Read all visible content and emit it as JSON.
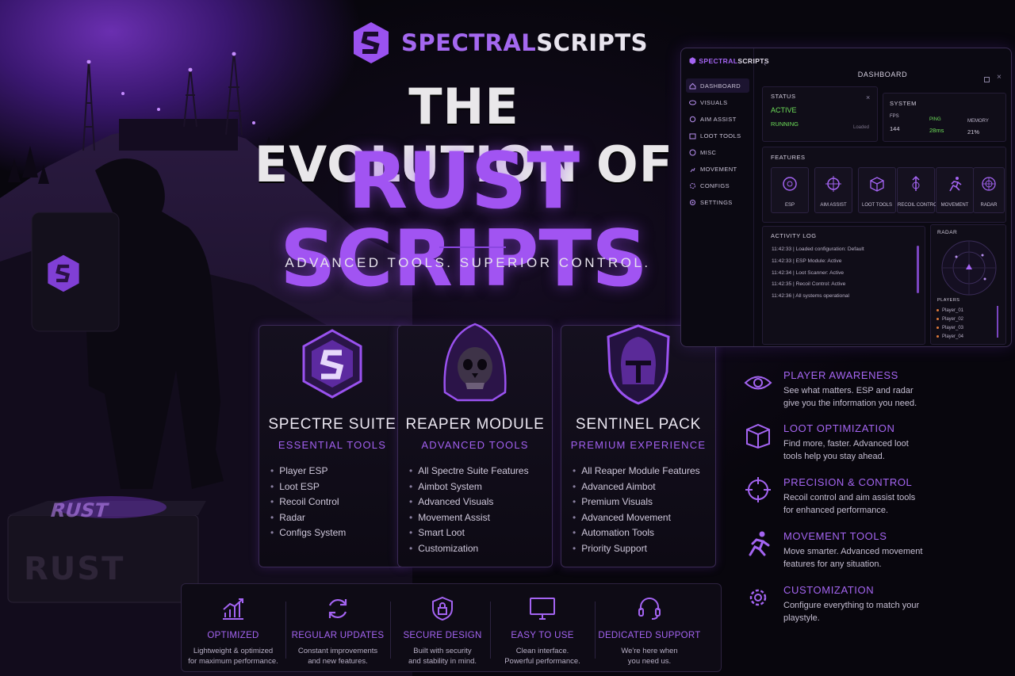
{
  "brand": {
    "name_a": "SPECTRAL",
    "name_b": "SCRIPTS"
  },
  "headline": {
    "line1": "THE EVOLUTION OF",
    "line2": "RUST SCRIPTS",
    "tagline": "ADVANCED TOOLS. SUPERIOR CONTROL."
  },
  "crate_text": {
    "top": "RUST",
    "front": "RUST"
  },
  "packages": [
    {
      "name": "SPECTRE SUITE",
      "subtitle": "ESSENTIAL TOOLS",
      "features": [
        "Player ESP",
        "Loot ESP",
        "Recoil Control",
        "Radar",
        "Configs System"
      ]
    },
    {
      "name": "REAPER MODULE",
      "subtitle": "ADVANCED TOOLS",
      "features": [
        "All Spectre Suite Features",
        "Aimbot System",
        "Advanced Visuals",
        "Movement Assist",
        "Smart Loot",
        "Customization"
      ]
    },
    {
      "name": "SENTINEL PACK",
      "subtitle": "PREMIUM EXPERIENCE",
      "features": [
        "All Reaper Module Features",
        "Advanced Aimbot",
        "Premium Visuals",
        "Advanced Movement",
        "Automation Tools",
        "Priority Support"
      ]
    }
  ],
  "features_bar": [
    {
      "title": "OPTIMIZED",
      "desc1": "Lightweight & optimized",
      "desc2": "for maximum performance.",
      "icon": "chart-icon"
    },
    {
      "title": "REGULAR UPDATES",
      "desc1": "Constant improvements",
      "desc2": "and new features.",
      "icon": "refresh-icon"
    },
    {
      "title": "SECURE DESIGN",
      "desc1": "Built with security",
      "desc2": "and stability in mind.",
      "icon": "shield-lock-icon"
    },
    {
      "title": "EASY TO USE",
      "desc1": "Clean interface.",
      "desc2": "Powerful performance.",
      "icon": "monitor-icon"
    },
    {
      "title": "DEDICATED SUPPORT",
      "desc1": "We're here when",
      "desc2": "you need us.",
      "icon": "headset-icon"
    }
  ],
  "dashboard": {
    "brand_a": "SPECTRAL",
    "brand_b": "SCRIPTS",
    "title": "DASHBOARD",
    "nav": [
      "DASHBOARD",
      "VISUALS",
      "AIM ASSIST",
      "LOOT TOOLS",
      "MISC",
      "MOVEMENT",
      "CONFIGS",
      "SETTINGS"
    ],
    "status": {
      "label": "STATUS",
      "state": "ACTIVE",
      "running": "RUNNING",
      "loaded": "Loaded",
      "close": "×"
    },
    "system": {
      "label": "SYSTEM",
      "fps_label": "FPS",
      "fps": "144",
      "ping_label": "PING",
      "ping": "28ms",
      "memory_label": "MEMORY",
      "memory": "21%"
    },
    "features_label": "FEATURES",
    "features": [
      "ESP",
      "AIM ASSIST",
      "LOOT TOOLS",
      "RECOIL CONTROL",
      "MOVEMENT",
      "RADAR"
    ],
    "log_label": "ACTIVITY LOG",
    "log": [
      {
        "time": "11:42:33",
        "msg": "Loaded configuration: Default"
      },
      {
        "time": "11:42:33",
        "msg": "ESP Module: Active"
      },
      {
        "time": "11:42:34",
        "msg": "Loot Scanner: Active"
      },
      {
        "time": "11:42:35",
        "msg": "Recoil Control: Active"
      },
      {
        "time": "11:42:36",
        "msg": "All systems operational"
      }
    ],
    "radar_label": "RADAR",
    "players_label": "PLAYERS",
    "players": [
      "Player_01",
      "Player_02",
      "Player_03",
      "Player_04"
    ],
    "colors": {
      "accent": "#a464f2",
      "ok": "#6ee05a"
    }
  },
  "benefits": [
    {
      "title": "PLAYER AWARENESS",
      "desc": "See what matters. ESP and radar give you the information you need.",
      "icon": "eye-icon"
    },
    {
      "title": "LOOT OPTIMIZATION",
      "desc": "Find more, faster. Advanced loot tools help you stay ahead.",
      "icon": "box-icon"
    },
    {
      "title": "PRECISION & CONTROL",
      "desc": "Recoil control and aim assist tools for enhanced performance.",
      "icon": "crosshair-icon"
    },
    {
      "title": "MOVEMENT TOOLS",
      "desc": "Move smarter. Advanced movement features for any situation.",
      "icon": "running-icon"
    },
    {
      "title": "CUSTOMIZATION",
      "desc": "Configure everything to match your playstyle.",
      "icon": "gear-icon"
    }
  ]
}
